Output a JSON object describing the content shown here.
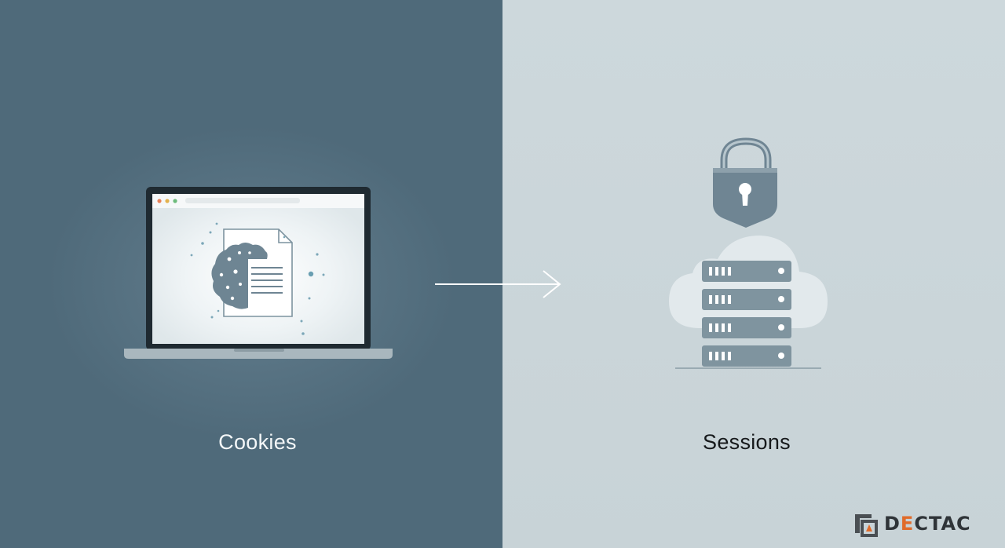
{
  "left_label": "Cookies",
  "right_label": "Sessions",
  "brand": {
    "prefix": "D",
    "accent": "E",
    "suffix": "CTAC"
  },
  "colors": {
    "left_bg": "#4f6a7a",
    "right_bg": "#cdd8dc",
    "accent": "#e06b2a",
    "lock": "#6f8593",
    "server": "#7f949f"
  },
  "icons": [
    "laptop-icon",
    "cookie-icon",
    "document-icon",
    "arrow-right-icon",
    "lock-icon",
    "cloud-icon",
    "server-icon",
    "brand-logo-icon"
  ]
}
